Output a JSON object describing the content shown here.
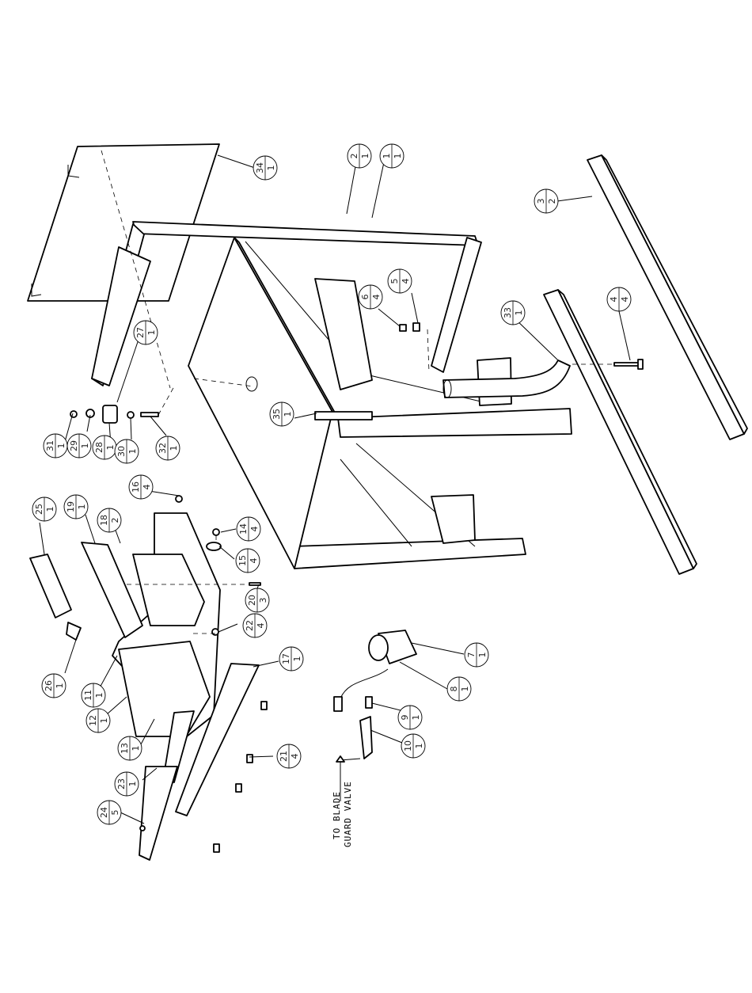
{
  "balloons": [
    {
      "item": "34",
      "qty": "1"
    },
    {
      "item": "2",
      "qty": "1"
    },
    {
      "item": "1",
      "qty": "1"
    },
    {
      "item": "3",
      "qty": "2"
    },
    {
      "item": "27",
      "qty": "1"
    },
    {
      "item": "6",
      "qty": "4"
    },
    {
      "item": "5",
      "qty": "4"
    },
    {
      "item": "33",
      "qty": "1"
    },
    {
      "item": "4",
      "qty": "4"
    },
    {
      "item": "35",
      "qty": "1"
    },
    {
      "item": "31",
      "qty": "1"
    },
    {
      "item": "29",
      "qty": "1"
    },
    {
      "item": "28",
      "qty": "1"
    },
    {
      "item": "30",
      "qty": "1"
    },
    {
      "item": "32",
      "qty": "1"
    },
    {
      "item": "16",
      "qty": "4"
    },
    {
      "item": "25",
      "qty": "1"
    },
    {
      "item": "19",
      "qty": "1"
    },
    {
      "item": "18",
      "qty": "2"
    },
    {
      "item": "14",
      "qty": "4"
    },
    {
      "item": "15",
      "qty": "4"
    },
    {
      "item": "20",
      "qty": "3"
    },
    {
      "item": "22",
      "qty": "4"
    },
    {
      "item": "17",
      "qty": "1"
    },
    {
      "item": "7",
      "qty": "1"
    },
    {
      "item": "26",
      "qty": "1"
    },
    {
      "item": "11",
      "qty": "1"
    },
    {
      "item": "8",
      "qty": "1"
    },
    {
      "item": "12",
      "qty": "1"
    },
    {
      "item": "9",
      "qty": "1"
    },
    {
      "item": "13",
      "qty": "1"
    },
    {
      "item": "21",
      "qty": "4"
    },
    {
      "item": "10",
      "qty": "1"
    },
    {
      "item": "23",
      "qty": "1"
    },
    {
      "item": "24",
      "qty": "5"
    }
  ],
  "note": {
    "line1": "TO BLADE",
    "line2": "GUARD VALVE"
  }
}
